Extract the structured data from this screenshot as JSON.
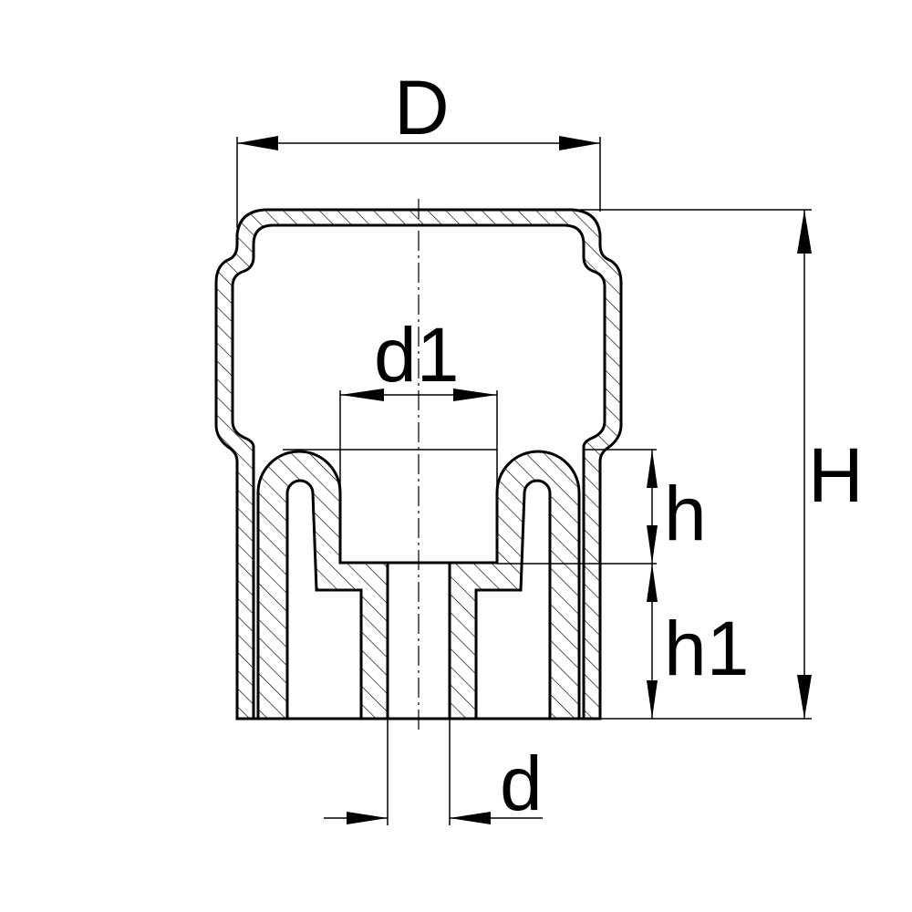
{
  "labels": {
    "D": "D",
    "H": "H",
    "d1": "d1",
    "h": "h",
    "h1": "h1",
    "d": "d"
  },
  "colors": {
    "line": "#000000",
    "background": "#ffffff"
  }
}
